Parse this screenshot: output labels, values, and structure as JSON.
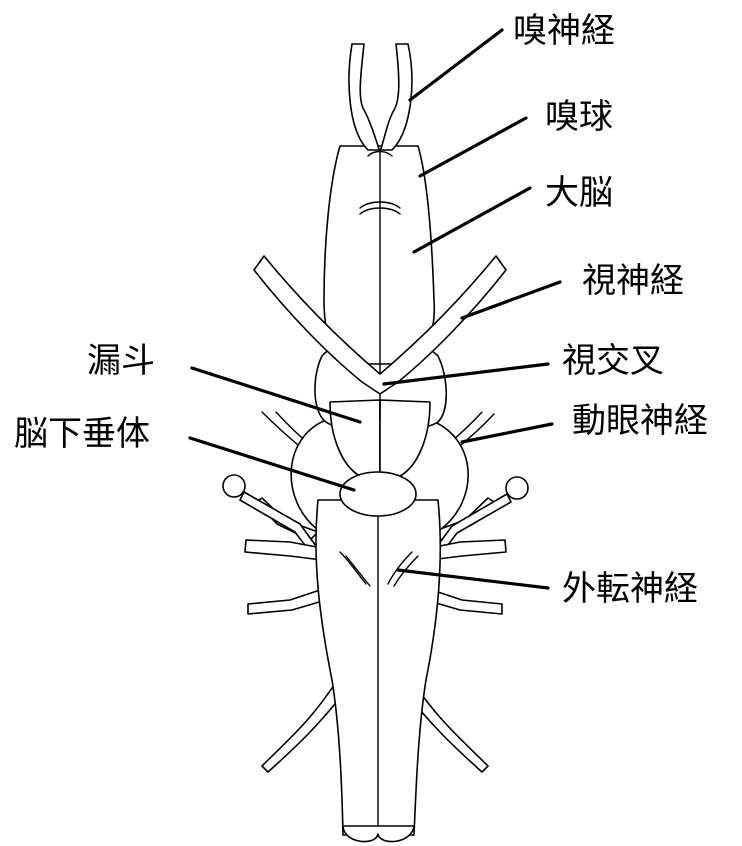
{
  "labels": {
    "olfactory_nerve": "嗅神経",
    "olfactory_bulb": "嗅球",
    "cerebrum": "大脳",
    "optic_nerve": "視神経",
    "infundibulum": "漏斗",
    "optic_chiasm": "視交叉",
    "pituitary_gland": "脳下垂体",
    "oculomotor_nerve": "動眼神経",
    "abducens_nerve": "外転神経"
  },
  "colors": {
    "line": "#000000",
    "fill": "#ffffff"
  }
}
